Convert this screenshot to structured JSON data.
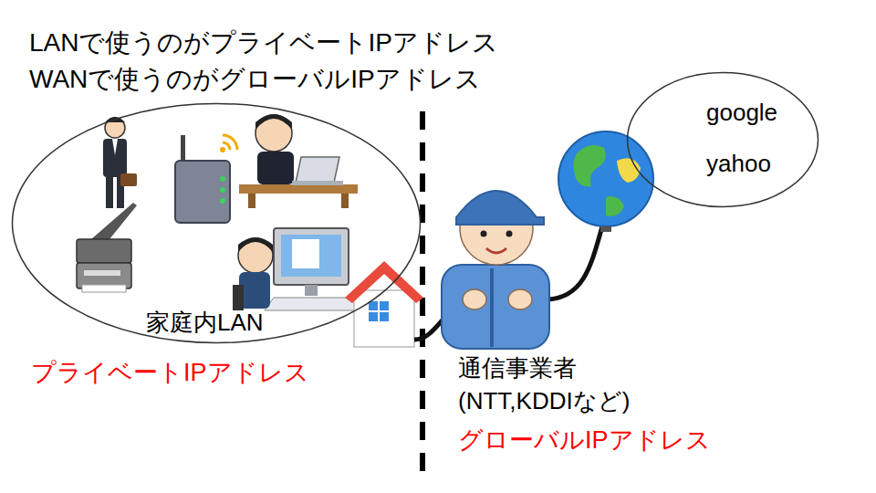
{
  "diagram": {
    "nodes": [
      {
        "text": [
          "家庭内LAN"
        ]
      },
      {
        "text": [
          "google",
          "yahoo"
        ]
      }
    ],
    "labels": [
      "LANで使うのがプライベートIPアドレス",
      "WANで使うのがグローバルIPアドレス",
      "プライベートIPアドレス",
      "通信事業者",
      "(NTT,KDDIなど)",
      "グローバルIPアドレス"
    ]
  }
}
